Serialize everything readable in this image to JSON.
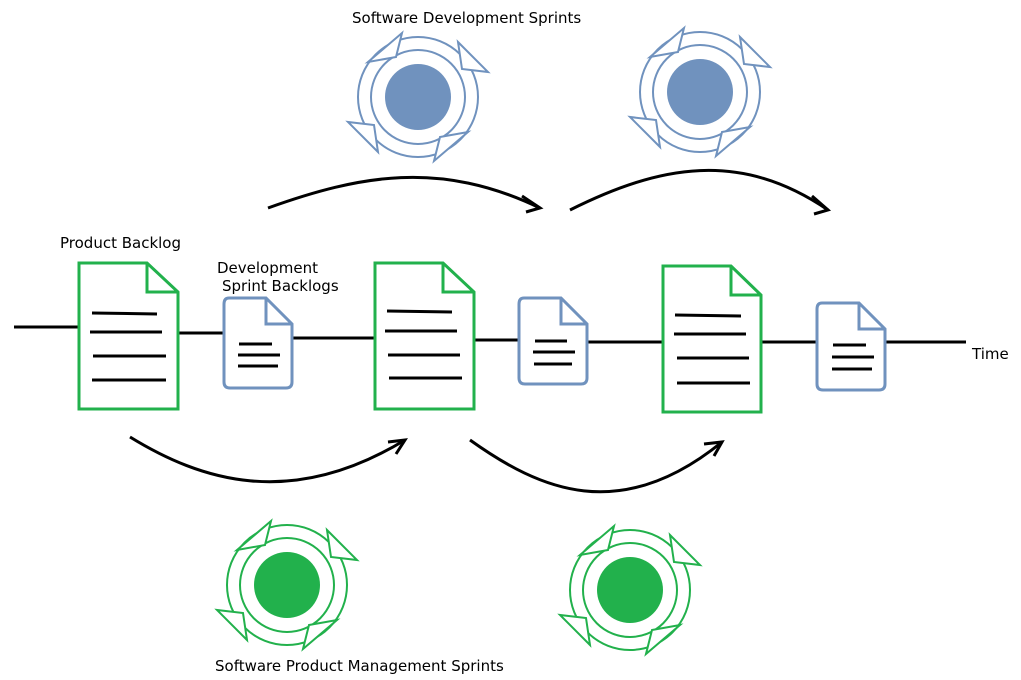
{
  "labels": {
    "dev_sprints": "Software Development Sprints",
    "pm_sprints": "Software Product Management Sprints",
    "product_backlog": "Product Backlog",
    "dev_backlogs_line1": "Development",
    "dev_backlogs_line2": "Sprint Backlogs",
    "time": "Time"
  },
  "colors": {
    "green": "#22b14c",
    "blue": "#7092be",
    "line": "#000000"
  },
  "icons": {
    "dev_sprint_cycle": "cycle-arrows-icon",
    "pm_sprint_cycle": "cycle-arrows-icon",
    "product_backlog_doc": "document-icon",
    "sprint_backlog_doc": "document-icon"
  }
}
